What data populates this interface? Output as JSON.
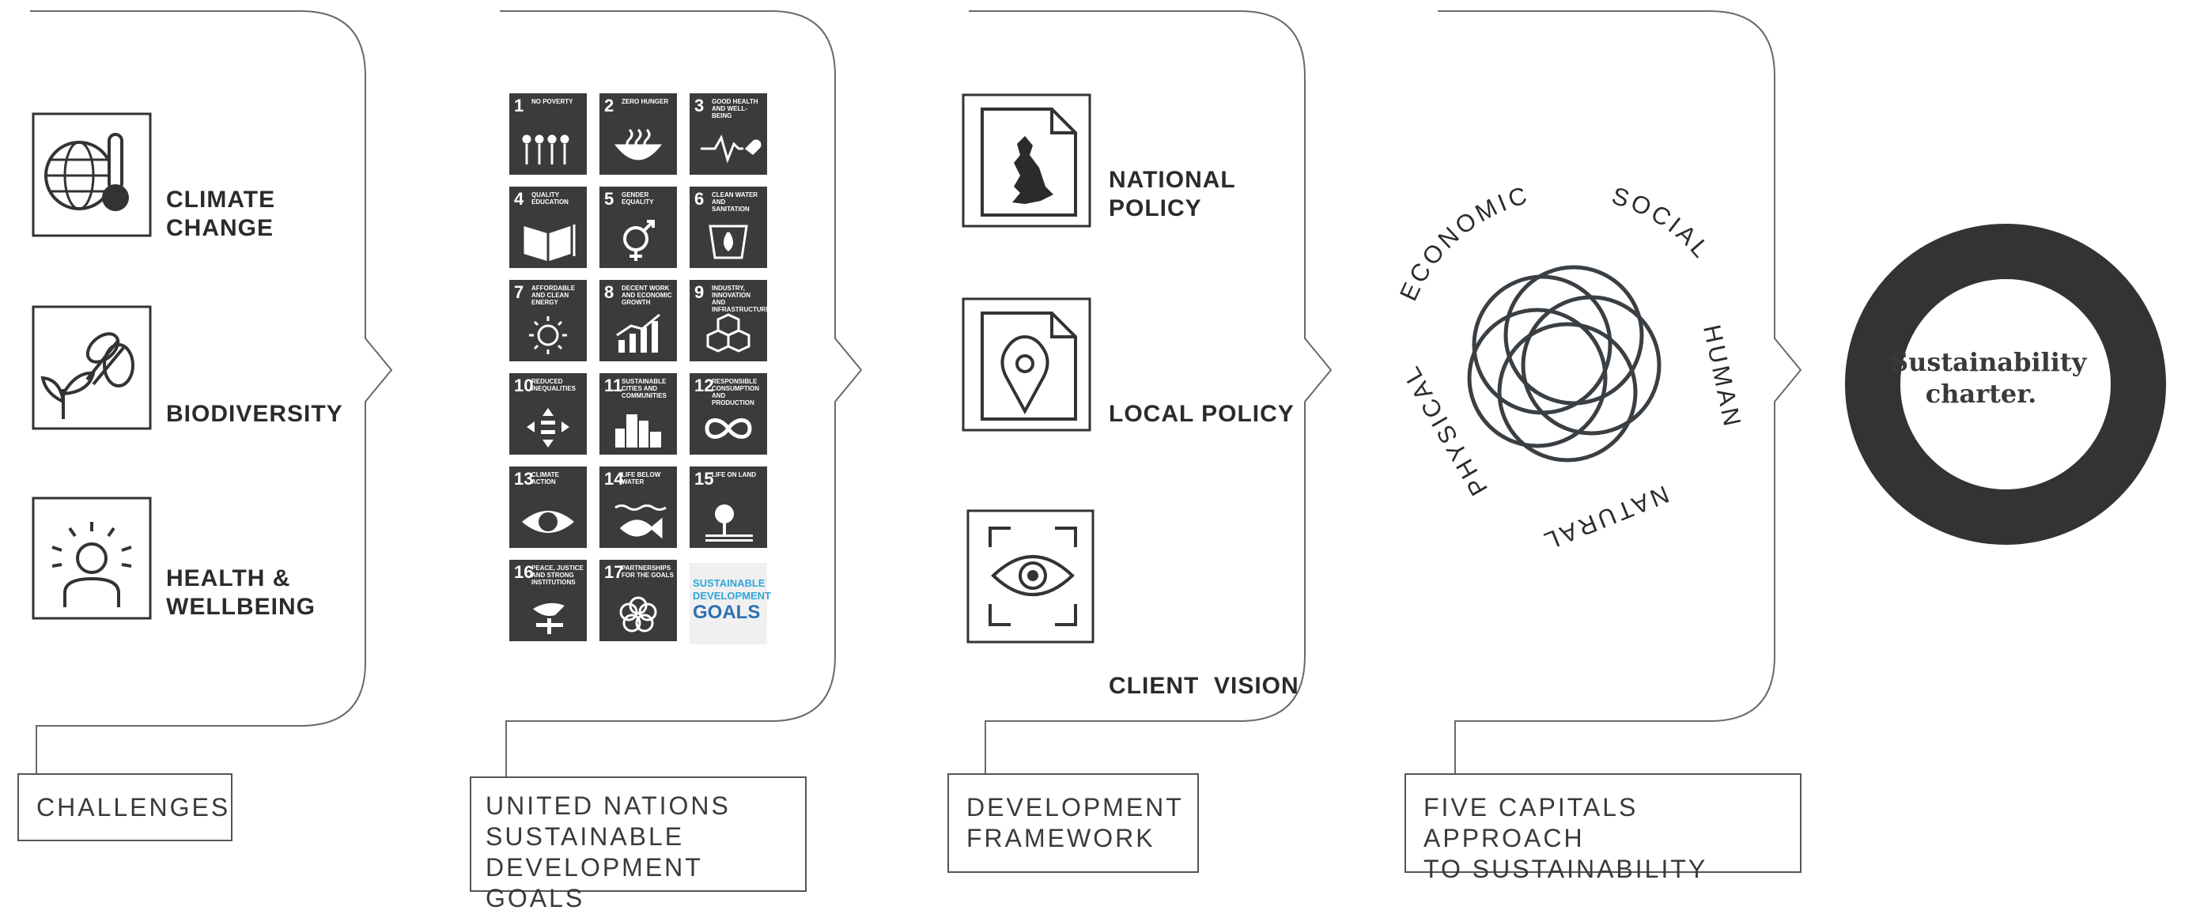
{
  "challenges": {
    "items": [
      {
        "label_line1": "CLIMATE",
        "label_line2": "CHANGE",
        "icon": "globe-thermometer-icon"
      },
      {
        "label_line1": "BIODIVERSITY",
        "label_line2": "",
        "icon": "bee-plant-icon"
      },
      {
        "label_line1": "HEALTH &",
        "label_line2": "WELLBEING",
        "icon": "person-sun-icon"
      }
    ],
    "caption": "CHALLENGES"
  },
  "sdg": {
    "tiles": [
      {
        "num": "1",
        "title": "NO POVERTY",
        "icon": "family-icon"
      },
      {
        "num": "2",
        "title": "ZERO HUNGER",
        "icon": "bowl-icon"
      },
      {
        "num": "3",
        "title": "GOOD HEALTH AND WELL-BEING",
        "icon": "heartbeat-icon"
      },
      {
        "num": "4",
        "title": "QUALITY EDUCATION",
        "icon": "book-icon"
      },
      {
        "num": "5",
        "title": "GENDER EQUALITY",
        "icon": "gender-icon"
      },
      {
        "num": "6",
        "title": "CLEAN WATER AND SANITATION",
        "icon": "water-drop-icon"
      },
      {
        "num": "7",
        "title": "AFFORDABLE AND CLEAN ENERGY",
        "icon": "sun-power-icon"
      },
      {
        "num": "8",
        "title": "DECENT WORK AND ECONOMIC GROWTH",
        "icon": "growth-chart-icon"
      },
      {
        "num": "9",
        "title": "INDUSTRY, INNOVATION AND INFRASTRUCTURE",
        "icon": "cubes-icon"
      },
      {
        "num": "10",
        "title": "REDUCED INEQUALITIES",
        "icon": "equality-arrows-icon"
      },
      {
        "num": "11",
        "title": "SUSTAINABLE CITIES AND COMMUNITIES",
        "icon": "city-icon"
      },
      {
        "num": "12",
        "title": "RESPONSIBLE CONSUMPTION AND PRODUCTION",
        "icon": "infinity-icon"
      },
      {
        "num": "13",
        "title": "CLIMATE ACTION",
        "icon": "eye-globe-icon"
      },
      {
        "num": "14",
        "title": "LIFE BELOW WATER",
        "icon": "fish-icon"
      },
      {
        "num": "15",
        "title": "LIFE ON LAND",
        "icon": "tree-icon"
      },
      {
        "num": "16",
        "title": "PEACE, JUSTICE AND STRONG INSTITUTIONS",
        "icon": "dove-gavel-icon"
      },
      {
        "num": "17",
        "title": "PARTNERSHIPS FOR THE GOALS",
        "icon": "rings-icon"
      }
    ],
    "logo_line1": "SUSTAINABLE",
    "logo_line2": "DEVELOPMENT",
    "logo_line3": "GOALS",
    "caption_line1": "UNITED NATIONS",
    "caption_line2": "SUSTAINABLE",
    "caption_line3": "DEVELOPMENT GOALS"
  },
  "framework": {
    "items": [
      {
        "label_line1": "NATIONAL",
        "label_line2": "POLICY",
        "icon": "uk-map-document-icon"
      },
      {
        "label_line1": "LOCAL POLICY",
        "label_line2": "",
        "icon": "map-pin-document-icon"
      },
      {
        "label_line1": "CLIENT  VISION",
        "label_line2": "",
        "icon": "eye-frame-icon"
      }
    ],
    "caption_line1": "DEVELOPMENT",
    "caption_line2": "FRAMEWORK"
  },
  "capitals": {
    "labels": [
      "ECONOMIC",
      "SOCIAL",
      "HUMAN",
      "NATURAL",
      "PHYSICAL"
    ],
    "caption_line1": "FIVE CAPITALS APPROACH",
    "caption_line2": "TO SUSTAINABILITY"
  },
  "charter": {
    "line1": "Sustainability",
    "line2": "charter."
  },
  "colors": {
    "stroke": "#555555",
    "tile": "#3b3b3b",
    "ring": "#333333",
    "text": "#2b2b2b"
  }
}
